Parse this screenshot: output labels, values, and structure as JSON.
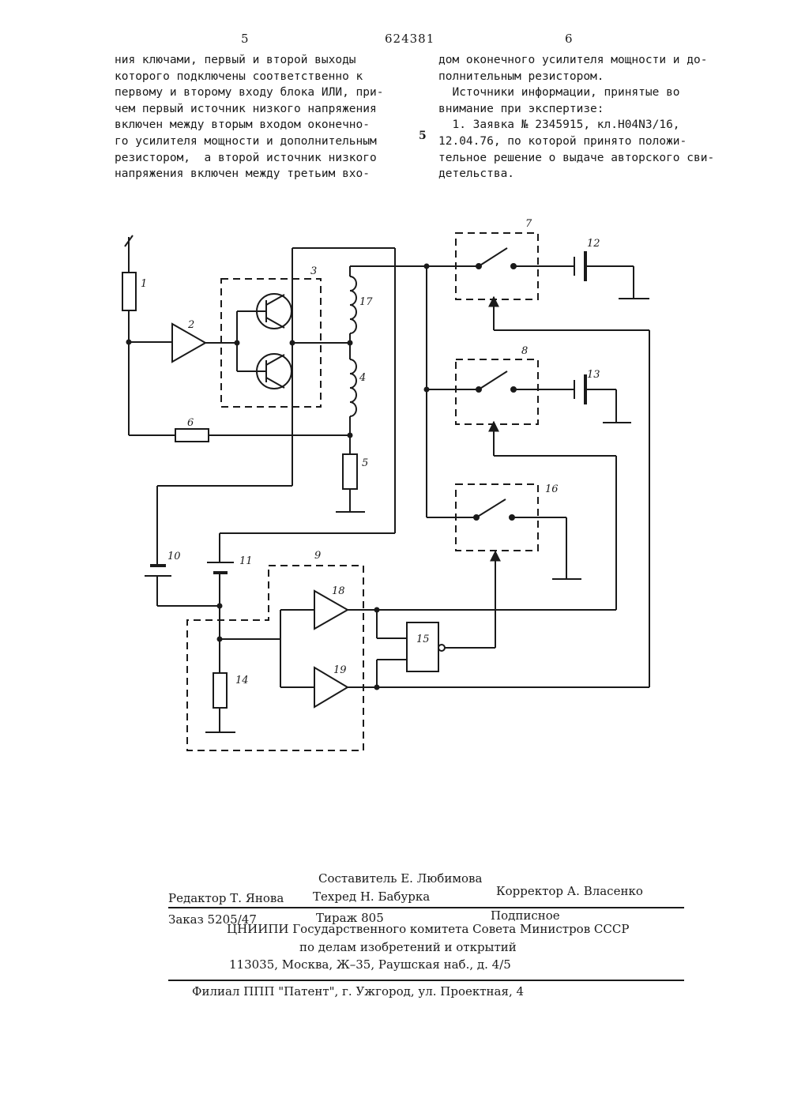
{
  "header": {
    "page_left": "5",
    "patent_number": "624381",
    "page_right": "6"
  },
  "left_column": [
    "ния ключами, первый и второй выходы",
    "которого подключены соответственно к",
    "первому и второму входу блока ИЛИ, при-",
    "чем первый источник низкого напряжения",
    "включен между вторым входом оконечно-",
    "го усилителя мощности и дополнительным",
    "резистором,  а второй источник низкого",
    "напряжения включен между третьим вхо-"
  ],
  "margin_number": "5",
  "right_column": [
    "дом оконечного усилителя мощности и до-",
    "полнительным резистором.",
    "  Источники информации, принятые во",
    "внимание при экспертизе:",
    "  1. Заявка № 2345915, кл.Н04N3/16,",
    "12.04.76, по которой принято положи-",
    "тельное решение о выдаче авторского сви-",
    "детельства."
  ],
  "diagram_labels": {
    "n1": "1",
    "n2": "2",
    "n3": "3",
    "n4": "4",
    "n5": "5",
    "n6": "6",
    "n7": "7",
    "n8": "8",
    "n9": "9",
    "n10": "10",
    "n11": "11",
    "n12": "12",
    "n13": "13",
    "n14": "14",
    "n15": "15",
    "n16": "16",
    "n17": "17",
    "n18": "18",
    "n19": "19"
  },
  "imprint": {
    "compiler": "Составитель Е. Любимова",
    "editor": "Редактор Т. Янова",
    "techred": "Техред Н. Бабурка",
    "corrector": "Корректор А. Власенко",
    "order": "Заказ 5205/47",
    "circulation": "Тираж 805",
    "subscription": "Подписное",
    "org_line1": "ЦНИИПИ  Государственного комитета Совета Министров СССР",
    "org_line2": "по делам изобретений и открытий",
    "address": "113035, Москва, Ж–35, Раушская наб., д. 4/5",
    "branch": "Филиал ППП \"Патент\", г. Ужгород, ул. Проектная, 4"
  }
}
